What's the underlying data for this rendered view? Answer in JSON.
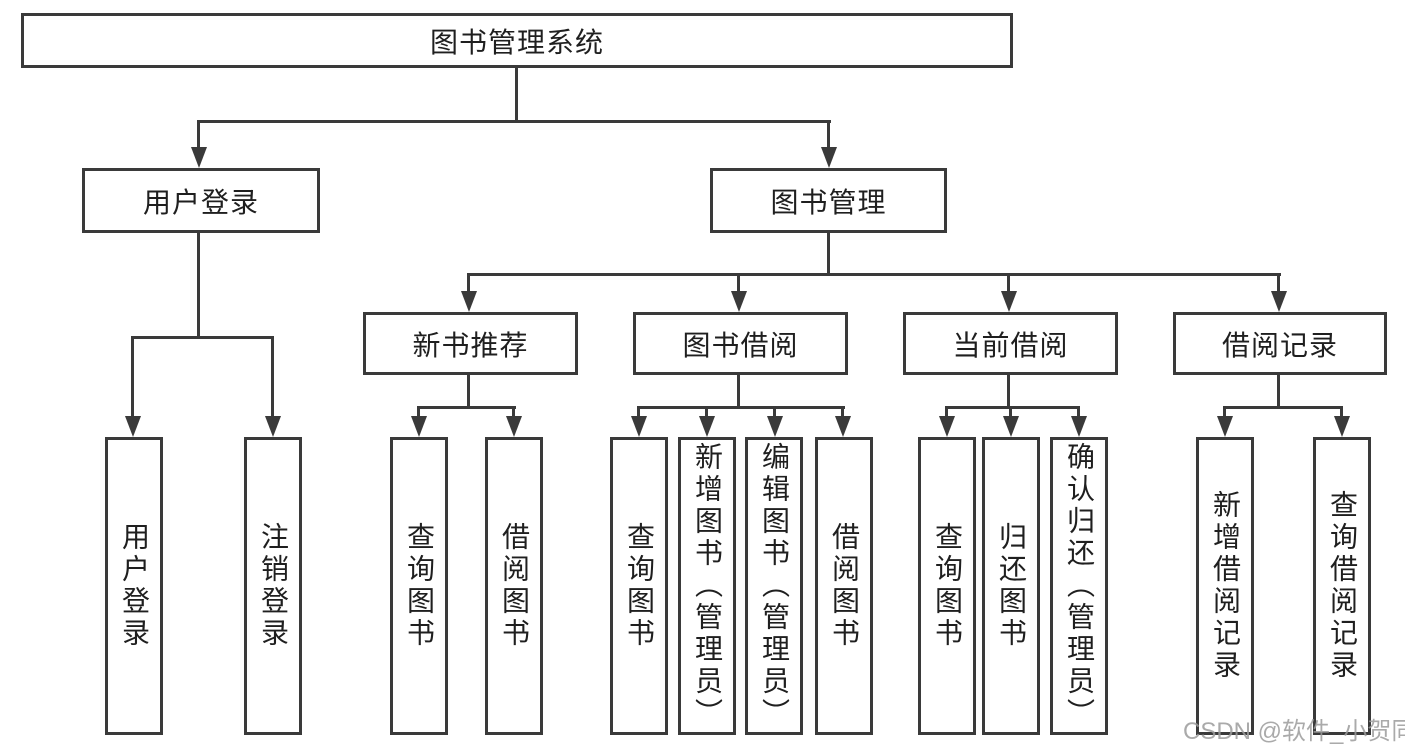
{
  "diagram": {
    "root": {
      "label": "图书管理系统"
    },
    "level2": {
      "user_login": {
        "label": "用户登录"
      },
      "book_management": {
        "label": "图书管理"
      }
    },
    "level3": {
      "new_book_recommend": {
        "label": "新书推荐"
      },
      "book_borrow": {
        "label": "图书借阅"
      },
      "current_borrow": {
        "label": "当前借阅"
      },
      "borrow_record": {
        "label": "借阅记录"
      }
    },
    "leaves": {
      "user_login": {
        "label": "用户登录"
      },
      "logout": {
        "label": "注销登录"
      },
      "recommend_query_book": {
        "label": "查询图书"
      },
      "recommend_borrow_book": {
        "label": "借阅图书"
      },
      "borrow_query_book": {
        "label": "查询图书"
      },
      "borrow_add_book": {
        "label": "新增图书（管理员）"
      },
      "borrow_edit_book": {
        "label": "编辑图书（管理员）"
      },
      "borrow_borrow_book": {
        "label": "借阅图书"
      },
      "current_query_book": {
        "label": "查询图书"
      },
      "current_return_book": {
        "label": "归还图书"
      },
      "current_confirm_return": {
        "label": "确认归还（管理员）"
      },
      "record_add": {
        "label": "新增借阅记录"
      },
      "record_query": {
        "label": "查询借阅记录"
      }
    }
  },
  "watermark": {
    "text": "CSDN @软件_小贺同学"
  },
  "colors": {
    "line": "#3a3a3a",
    "text": "#1f1f1f",
    "watermark": "#9c9c9c",
    "background": "#ffffff"
  }
}
